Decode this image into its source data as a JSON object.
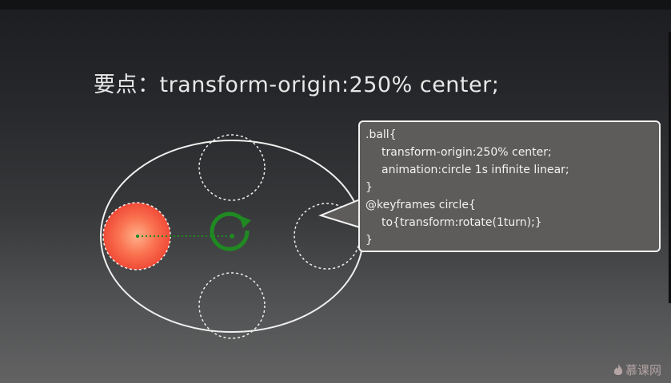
{
  "slide": {
    "title": "要点：transform-origin:250% center;"
  },
  "code": {
    "lines": [
      ".ball{",
      "transform-origin:250% center;",
      "animation:circle 1s infinite linear;",
      "}",
      "@keyframes circle{",
      "to{transform:rotate(1turn);}",
      "}"
    ]
  },
  "watermark": {
    "text": "慕课网"
  },
  "colors": {
    "ball_center": "#ffb08a",
    "ball_edge": "#f04a36",
    "rotate_icon": "#1f8a22",
    "orbit": "#f0f0f0"
  },
  "icons": {
    "rotate": "rotate-clockwise-icon",
    "logo": "flame-icon"
  }
}
